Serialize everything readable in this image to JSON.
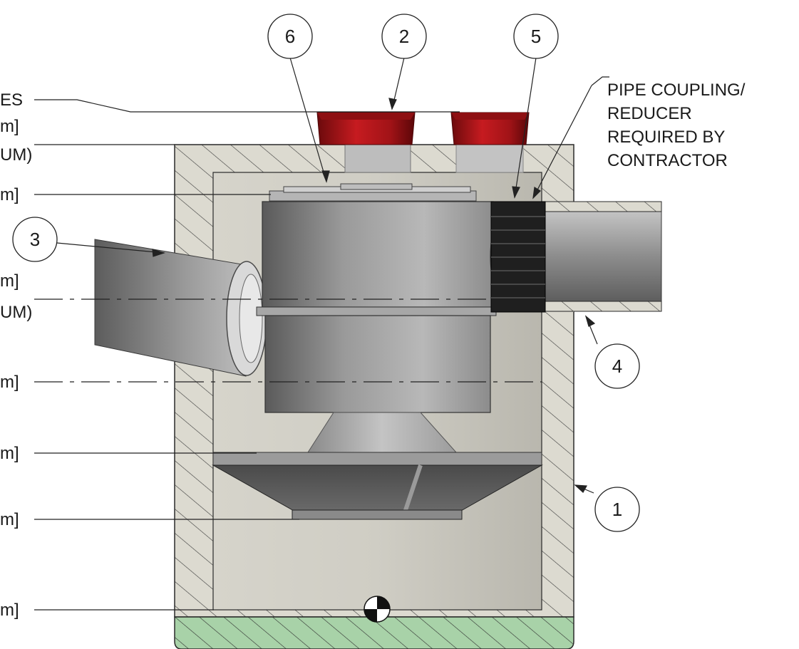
{
  "left_labels": [
    "ES",
    "m]",
    "UM)",
    "m]",
    "m]",
    "UM)",
    "m]",
    "m]",
    "m]",
    "m]"
  ],
  "note": [
    "PIPE COUPLING/",
    "REDUCER",
    "REQUIRED BY",
    "CONTRACTOR"
  ],
  "callouts": [
    "6",
    "2",
    "5",
    "3",
    "4",
    "1"
  ],
  "colors": {
    "concrete": "#dcdad0",
    "hatch": "#3a3a3a",
    "interior": "#c9c7be",
    "steel": "#8d8d8d",
    "cap_red": "#b2161a",
    "coupling": "#1e1e1e",
    "gravel": "#a8d2a8"
  }
}
